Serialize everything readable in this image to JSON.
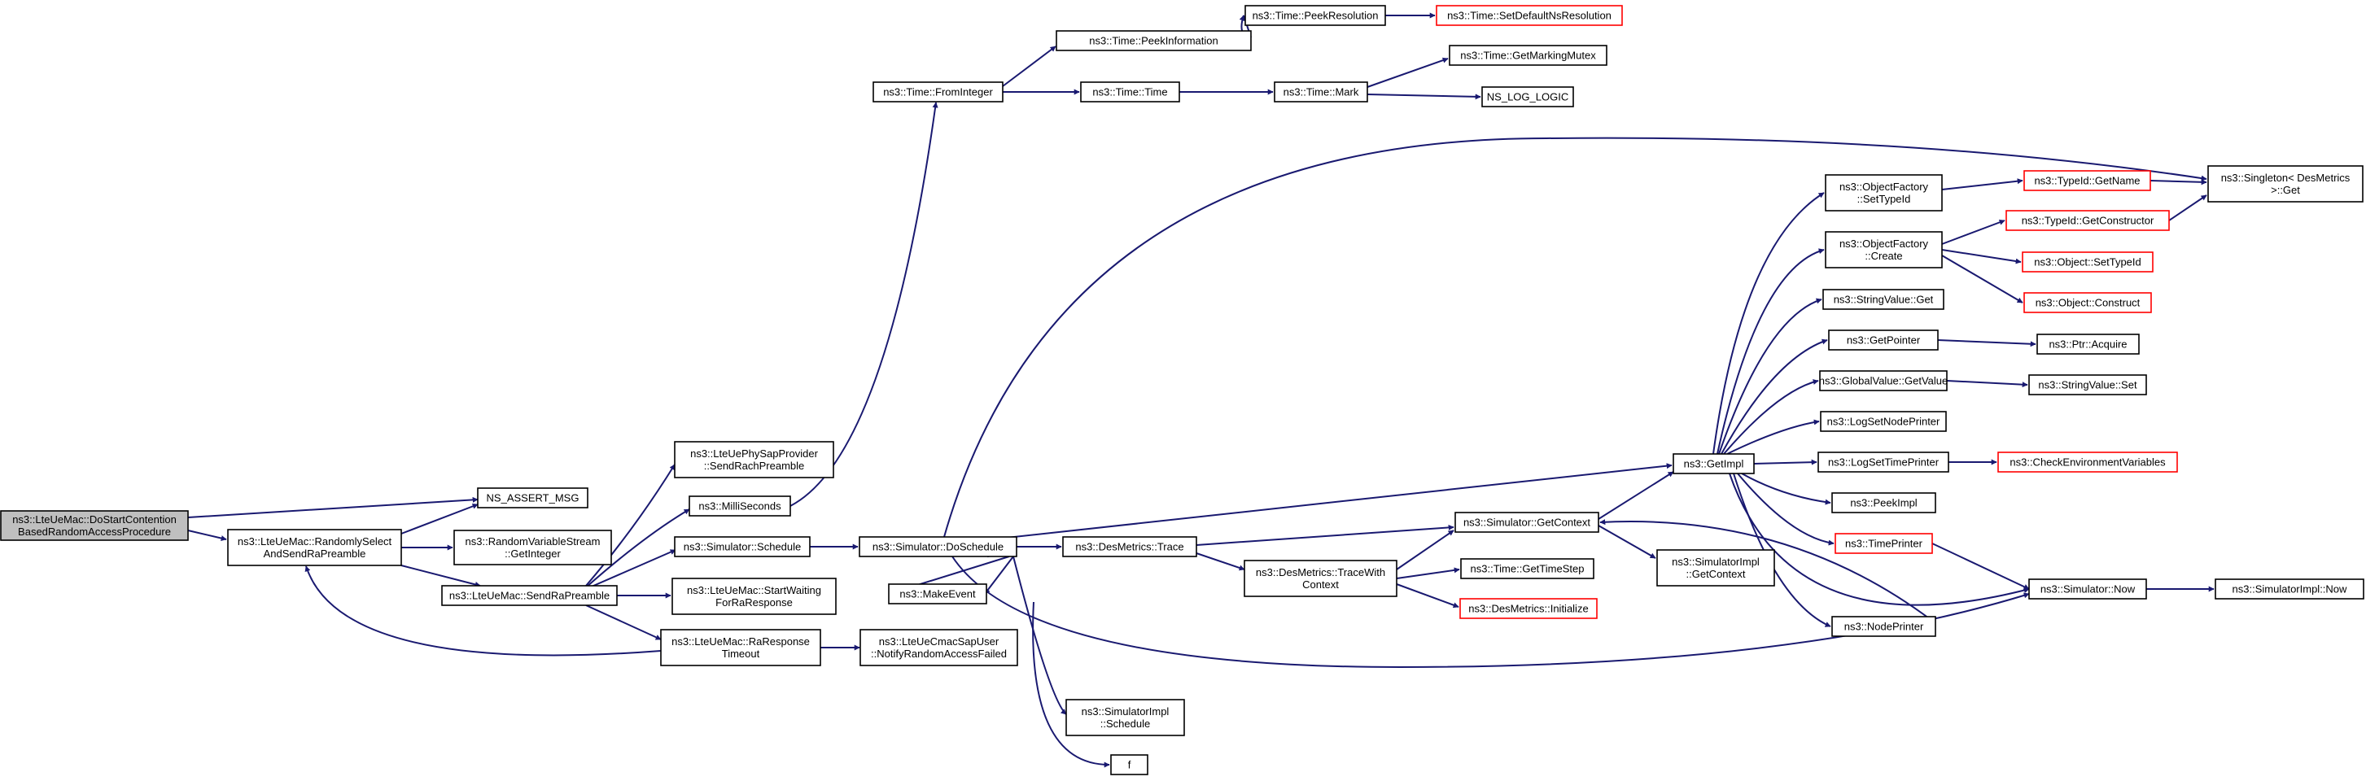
{
  "graph": {
    "type": "call-graph",
    "colors": {
      "edge": "#191970",
      "node_border": "#000000",
      "truncated_node_border": "#ff0000",
      "root_fill": "#bfbfbf",
      "node_fill": "#ffffff"
    },
    "nodes": [
      {
        "id": "root",
        "lines": [
          "ns3::LteUeMac::DoStartContention",
          "BasedRandomAccessProcedure"
        ],
        "style": "root"
      },
      {
        "id": "assert",
        "lines": [
          "NS_ASSERT_MSG"
        ],
        "style": "normal"
      },
      {
        "id": "randsel",
        "lines": [
          "ns3::LteUeMac::RandomlySelect",
          "AndSendRaPreamble"
        ],
        "style": "normal"
      },
      {
        "id": "getint",
        "lines": [
          "ns3::RandomVariableStream",
          "::GetInteger"
        ],
        "style": "normal"
      },
      {
        "id": "sendra",
        "lines": [
          "ns3::LteUeMac::SendRaPreamble"
        ],
        "style": "normal"
      },
      {
        "id": "rach",
        "lines": [
          "ns3::LteUePhySapProvider",
          "::SendRachPreamble"
        ],
        "style": "normal"
      },
      {
        "id": "milli",
        "lines": [
          "ns3::MilliSeconds"
        ],
        "style": "normal"
      },
      {
        "id": "simsched",
        "lines": [
          "ns3::Simulator::Schedule"
        ],
        "style": "normal"
      },
      {
        "id": "startwait",
        "lines": [
          "ns3::LteUeMac::StartWaiting",
          "ForRaResponse"
        ],
        "style": "normal"
      },
      {
        "id": "raresp",
        "lines": [
          "ns3::LteUeMac::RaResponse",
          "Timeout"
        ],
        "style": "normal"
      },
      {
        "id": "notify",
        "lines": [
          "ns3::LteUeCmacSapUser",
          "::NotifyRandomAccessFailed"
        ],
        "style": "normal"
      },
      {
        "id": "fromint",
        "lines": [
          "ns3::Time::FromInteger"
        ],
        "style": "normal"
      },
      {
        "id": "doschedule",
        "lines": [
          "ns3::Simulator::DoSchedule"
        ],
        "style": "normal"
      },
      {
        "id": "makeevent",
        "lines": [
          "ns3::MakeEvent"
        ],
        "style": "normal"
      },
      {
        "id": "f",
        "lines": [
          "f"
        ],
        "style": "normal"
      },
      {
        "id": "implsched",
        "lines": [
          "ns3::SimulatorImpl",
          "::Schedule"
        ],
        "style": "normal"
      },
      {
        "id": "peekinfo",
        "lines": [
          "ns3::Time::PeekInformation"
        ],
        "style": "normal"
      },
      {
        "id": "peekres",
        "lines": [
          "ns3::Time::PeekResolution"
        ],
        "style": "normal"
      },
      {
        "id": "setdef",
        "lines": [
          "ns3::Time::SetDefaultNsResolution"
        ],
        "style": "truncated"
      },
      {
        "id": "timetime",
        "lines": [
          "ns3::Time::Time"
        ],
        "style": "normal"
      },
      {
        "id": "mark",
        "lines": [
          "ns3::Time::Mark"
        ],
        "style": "normal"
      },
      {
        "id": "mutex",
        "lines": [
          "ns3::Time::GetMarkingMutex"
        ],
        "style": "normal"
      },
      {
        "id": "loglogic",
        "lines": [
          "NS_LOG_LOGIC"
        ],
        "style": "normal"
      },
      {
        "id": "trace",
        "lines": [
          "ns3::DesMetrics::Trace"
        ],
        "style": "normal"
      },
      {
        "id": "tracewith",
        "lines": [
          "ns3::DesMetrics::TraceWith",
          "Context"
        ],
        "style": "normal"
      },
      {
        "id": "timestep",
        "lines": [
          "ns3::Time::GetTimeStep"
        ],
        "style": "normal"
      },
      {
        "id": "desinit",
        "lines": [
          "ns3::DesMetrics::Initialize"
        ],
        "style": "truncated"
      },
      {
        "id": "getctx",
        "lines": [
          "ns3::Simulator::GetContext"
        ],
        "style": "normal"
      },
      {
        "id": "implctx",
        "lines": [
          "ns3::SimulatorImpl",
          "::GetContext"
        ],
        "style": "normal"
      },
      {
        "id": "getimpl",
        "lines": [
          "ns3::GetImpl"
        ],
        "style": "normal"
      },
      {
        "id": "ofsettype",
        "lines": [
          "ns3::ObjectFactory",
          "::SetTypeId"
        ],
        "style": "normal"
      },
      {
        "id": "ofcreate",
        "lines": [
          "ns3::ObjectFactory",
          "::Create"
        ],
        "style": "normal"
      },
      {
        "id": "strget",
        "lines": [
          "ns3::StringValue::Get"
        ],
        "style": "normal"
      },
      {
        "id": "getptr",
        "lines": [
          "ns3::GetPointer"
        ],
        "style": "normal"
      },
      {
        "id": "gvget",
        "lines": [
          "ns3::GlobalValue::GetValue"
        ],
        "style": "normal"
      },
      {
        "id": "lognode",
        "lines": [
          "ns3::LogSetNodePrinter"
        ],
        "style": "normal"
      },
      {
        "id": "logtime",
        "lines": [
          "ns3::LogSetTimePrinter"
        ],
        "style": "normal"
      },
      {
        "id": "peekimpl",
        "lines": [
          "ns3::PeekImpl"
        ],
        "style": "normal"
      },
      {
        "id": "timeprinter",
        "lines": [
          "ns3::TimePrinter"
        ],
        "style": "truncated"
      },
      {
        "id": "nodeprinter",
        "lines": [
          "ns3::NodePrinter"
        ],
        "style": "normal"
      },
      {
        "id": "simnow",
        "lines": [
          "ns3::Simulator::Now"
        ],
        "style": "normal"
      },
      {
        "id": "implnow",
        "lines": [
          "ns3::SimulatorImpl::Now"
        ],
        "style": "normal"
      },
      {
        "id": "getname",
        "lines": [
          "ns3::TypeId::GetName"
        ],
        "style": "truncated"
      },
      {
        "id": "getctor",
        "lines": [
          "ns3::TypeId::GetConstructor"
        ],
        "style": "truncated"
      },
      {
        "id": "objsettype",
        "lines": [
          "ns3::Object::SetTypeId"
        ],
        "style": "truncated"
      },
      {
        "id": "objconstruct",
        "lines": [
          "ns3::Object::Construct"
        ],
        "style": "truncated"
      },
      {
        "id": "ptracq",
        "lines": [
          "ns3::Ptr::Acquire"
        ],
        "style": "normal"
      },
      {
        "id": "strset",
        "lines": [
          "ns3::StringValue::Set"
        ],
        "style": "normal"
      },
      {
        "id": "checkenv",
        "lines": [
          "ns3::CheckEnvironmentVariables"
        ],
        "style": "truncated"
      },
      {
        "id": "singleton",
        "lines": [
          "ns3::Singleton< DesMetrics",
          " >::Get"
        ],
        "style": "normal"
      }
    ]
  }
}
